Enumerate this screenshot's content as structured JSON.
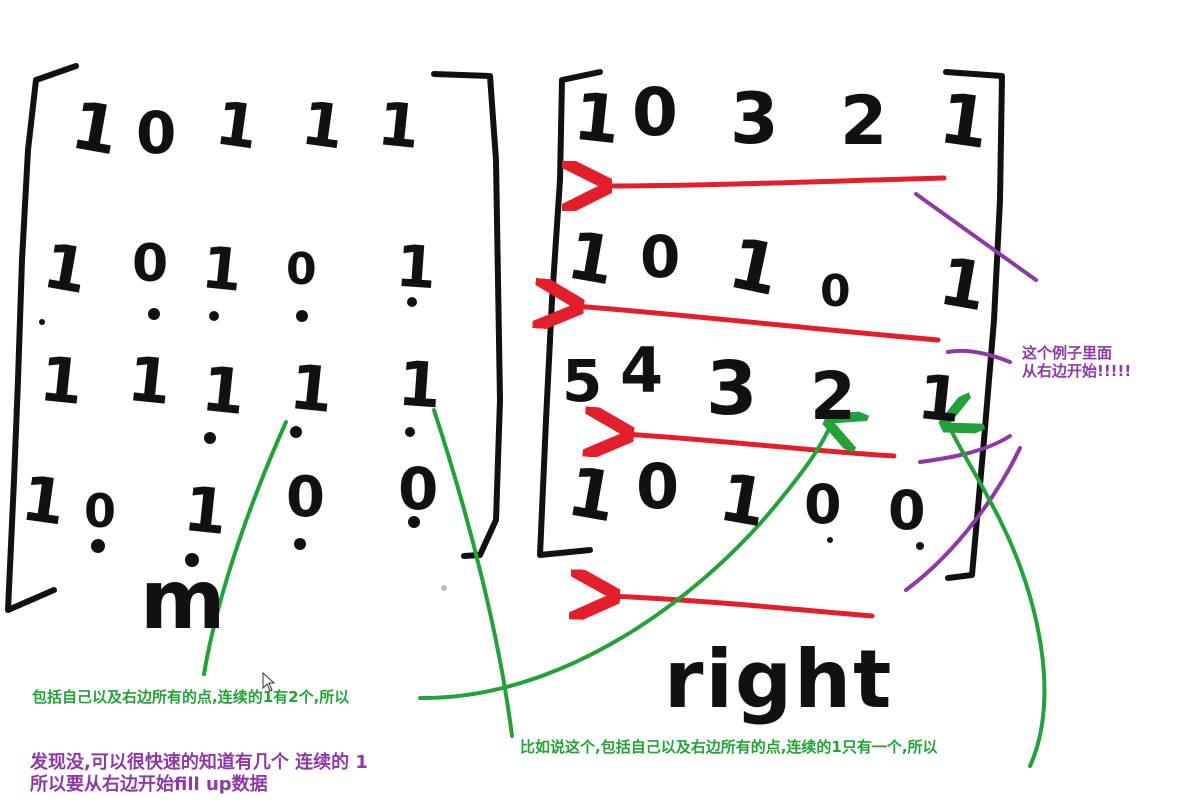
{
  "colors": {
    "ink": "#111111",
    "arrow_red": "#e41f2c",
    "annot_green": "#25a13a",
    "annot_purple": "#8e3aa6"
  },
  "matrix_m": {
    "rows": [
      [
        "1",
        "0",
        "1",
        "1",
        "1"
      ],
      [
        "1",
        "0",
        "1",
        "0",
        "1"
      ],
      [
        "1",
        "1",
        "1",
        "1",
        "1"
      ],
      [
        "1",
        "0",
        "1",
        "0",
        "0"
      ]
    ],
    "label": "m"
  },
  "matrix_right": {
    "rows": [
      [
        "1",
        "0",
        "3",
        "2",
        "1"
      ],
      [
        "1",
        "0",
        "1",
        "0",
        "1"
      ],
      [
        "5",
        "4",
        "3",
        "2",
        "1"
      ],
      [
        "1",
        "0",
        "1",
        "0",
        "0"
      ]
    ],
    "label": "right"
  },
  "annotations": {
    "purple_side_line1": "这个例子里面",
    "purple_side_line2": "从右边开始!!!!!",
    "green_left": "包括自己以及右边所有的点,连续的1有2个,所以",
    "green_bottom": "比如说这个,包括自己以及右边所有的点,连续的1只有一个,所以",
    "purple_bottom_line1": "发现没,可以很快速的知道有几个 连续的 1",
    "purple_bottom_line2": "所以要从右边开始fill up数据"
  }
}
